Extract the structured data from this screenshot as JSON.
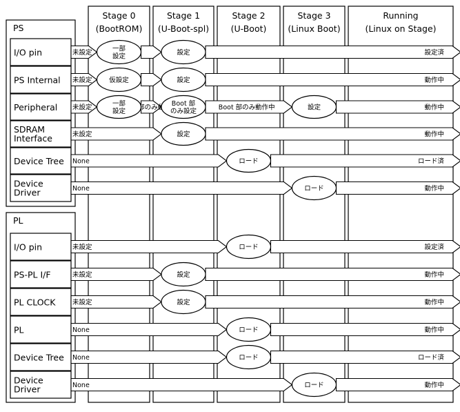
{
  "stages": [
    {
      "name": "Stage 0",
      "sub": "(BootROM)"
    },
    {
      "name": "Stage 1",
      "sub": "(U-Boot-spl)"
    },
    {
      "name": "Stage 2",
      "sub": "(U-Boot)"
    },
    {
      "name": "Stage 3",
      "sub": "(Linux Boot)"
    },
    {
      "name": "Running",
      "sub": "(Linux on Stage)"
    }
  ],
  "groups": [
    {
      "title": "PS",
      "rows": [
        {
          "label": [
            "I/O pin"
          ],
          "start": "未設定",
          "events": [
            {
              "stage": 0,
              "text": [
                "一部",
                "設定"
              ]
            },
            {
              "stage": 1,
              "text": [
                "設定"
              ]
            }
          ],
          "end": "設定済"
        },
        {
          "label": [
            "PS Internal"
          ],
          "start": "未設定",
          "events": [
            {
              "stage": 0,
              "text": [
                "仮設定"
              ]
            },
            {
              "stage": 1,
              "text": [
                "設定"
              ]
            }
          ],
          "end": "動作中"
        },
        {
          "label": [
            "Peripheral"
          ],
          "start": "未設定",
          "events": [
            {
              "stage": 0,
              "text": [
                "一部",
                "設定"
              ]
            },
            {
              "stage": 1,
              "text": [
                "Boot 部",
                "のみ設定"
              ]
            },
            {
              "stage": 3,
              "text": [
                "設定"
              ]
            }
          ],
          "mid": "Boot 部のみ動作中",
          "end": "動作中"
        },
        {
          "label": [
            "SDRAM",
            "Interface"
          ],
          "start": "未設定",
          "events": [
            {
              "stage": 1,
              "text": [
                "設定"
              ]
            }
          ],
          "end": "動作中"
        },
        {
          "label": [
            "Device Tree"
          ],
          "start": "None",
          "events": [
            {
              "stage": 2,
              "text": [
                "ロード"
              ]
            }
          ],
          "end": "ロード済"
        },
        {
          "label": [
            "Device",
            "Driver"
          ],
          "start": "None",
          "events": [
            {
              "stage": 3,
              "text": [
                "ロード"
              ]
            }
          ],
          "end": "動作中"
        }
      ]
    },
    {
      "title": "PL",
      "rows": [
        {
          "label": [
            "I/O pin"
          ],
          "start": "未設定",
          "events": [
            {
              "stage": 2,
              "text": [
                "ロード"
              ]
            }
          ],
          "end": "設定済"
        },
        {
          "label": [
            "PS-PL I/F"
          ],
          "start": "未設定",
          "events": [
            {
              "stage": 1,
              "text": [
                "設定"
              ]
            }
          ],
          "end": "動作中"
        },
        {
          "label": [
            "PL CLOCK"
          ],
          "start": "未設定",
          "events": [
            {
              "stage": 1,
              "text": [
                "設定"
              ]
            }
          ],
          "end": "動作中"
        },
        {
          "label": [
            "PL"
          ],
          "start": "None",
          "events": [
            {
              "stage": 2,
              "text": [
                "ロード"
              ]
            }
          ],
          "end": "動作中"
        },
        {
          "label": [
            "Device Tree"
          ],
          "start": "None",
          "events": [
            {
              "stage": 2,
              "text": [
                "ロード"
              ]
            }
          ],
          "end": "ロード済"
        },
        {
          "label": [
            "Device",
            "Driver"
          ],
          "start": "None",
          "events": [
            {
              "stage": 3,
              "text": [
                "ロード"
              ]
            }
          ],
          "end": "動作中"
        }
      ]
    }
  ]
}
